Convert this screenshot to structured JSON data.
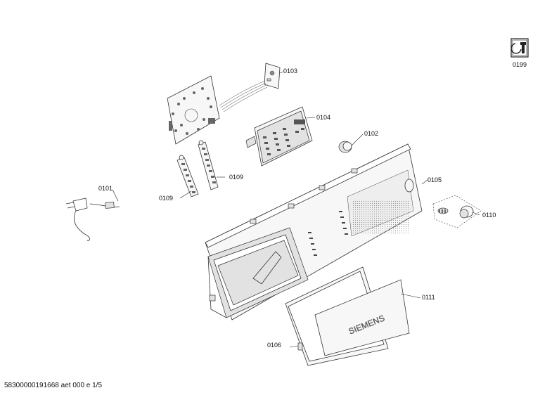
{
  "parts": [
    {
      "id": "0101",
      "label": "0101"
    },
    {
      "id": "0102",
      "label": "0102"
    },
    {
      "id": "0103",
      "label": "0103"
    },
    {
      "id": "0104",
      "label": "0104"
    },
    {
      "id": "0105",
      "label": "0105"
    },
    {
      "id": "0106",
      "label": "0106"
    },
    {
      "id": "0109a",
      "label": "0109"
    },
    {
      "id": "0109b",
      "label": "0109"
    },
    {
      "id": "0110",
      "label": "0110"
    },
    {
      "id": "0111",
      "label": "0111"
    },
    {
      "id": "0199",
      "label": "0199"
    }
  ],
  "brand_text": "SIEMENS",
  "footer": "58300000191668 aet 000 e 1/5",
  "icons": [
    "service-tools-icon"
  ]
}
